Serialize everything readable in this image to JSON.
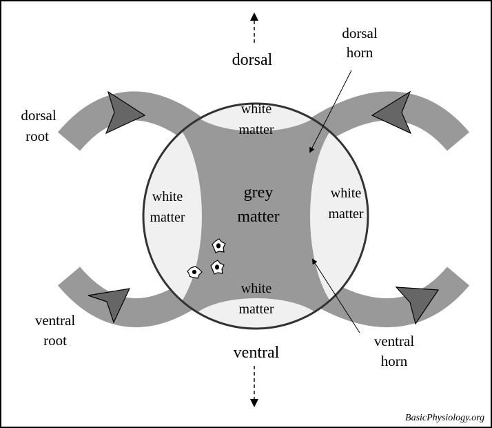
{
  "labels": {
    "dorsal": "dorsal",
    "ventral": "ventral",
    "dorsal_horn": [
      "dorsal",
      "horn"
    ],
    "ventral_horn": [
      "ventral",
      "horn"
    ],
    "dorsal_root": [
      "dorsal",
      "root"
    ],
    "ventral_root": [
      "ventral",
      "root"
    ],
    "grey_matter": [
      "grey",
      "matter"
    ],
    "white_matter": [
      "white",
      "matter"
    ],
    "credit": "BasicPhysiology.org"
  },
  "colors": {
    "grey_matter": "#999999",
    "white_matter": "#f0f0f0",
    "arrowhead": "#666666",
    "outline": "#333333"
  }
}
